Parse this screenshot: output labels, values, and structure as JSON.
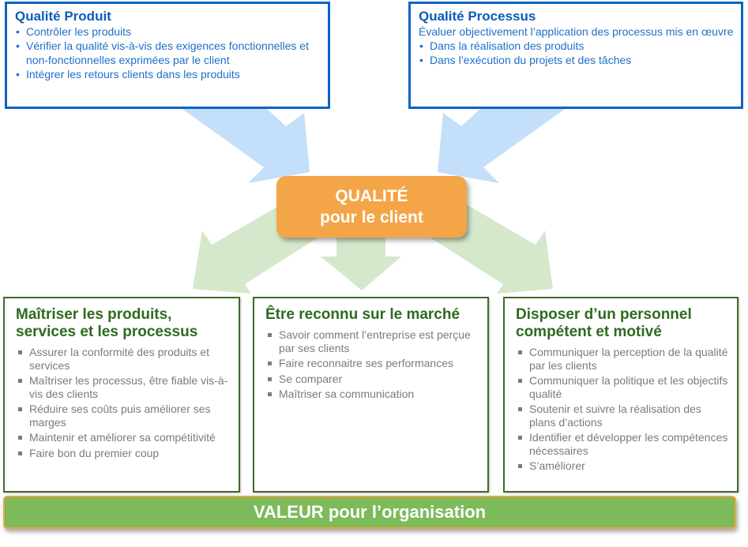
{
  "top_boxes": {
    "produit": {
      "title": "Qualité Produit",
      "items": [
        "Contrôler les produits",
        "Vérifier la qualité vis-à-vis des exigences fonctionnelles et non-fonctionnelles exprimées par le client",
        "Intégrer les retours clients dans les produits"
      ]
    },
    "processus": {
      "title": "Qualité Processus",
      "intro": "Évaluer objectivement l’application des processus mis en œuvre",
      "items": [
        "Dans la réalisation des produits",
        "Dans l’exécution du projets et des tâches"
      ]
    }
  },
  "center": {
    "line1": "QUALITÉ",
    "line2": "pour le client"
  },
  "bottom_boxes": {
    "maitriser": {
      "title": "Maîtriser les produits, services et les processus",
      "items": [
        "Assurer la conformité des produits et services",
        "Maîtriser les processus, être fiable vis-à-vis des clients",
        "Réduire ses coûts puis améliorer ses marges",
        "Maintenir et améliorer sa compétitivité",
        "Faire bon du premier coup"
      ]
    },
    "reconnu": {
      "title": "Être reconnu sur le marché",
      "items": [
        "Savoir comment l’entreprise est perçue par ses clients",
        "Faire reconnaitre ses performances",
        "Se comparer",
        "Maîtriser sa communication"
      ]
    },
    "personnel": {
      "title": "Disposer d’un personnel compétent et motivé",
      "items": [
        "Communiquer la perception de la qualité par les clients",
        "Communiquer la politique et les objectifs qualité",
        "Soutenir et suivre la réalisation des plans d’actions",
        "Identifier et développer les compétences nécessaires",
        "S’améliorer"
      ]
    }
  },
  "value_bar": {
    "label": "VALEUR pour l’organisation"
  },
  "colors": {
    "blue_border": "#0b63c5",
    "blue_text": "#1f6fc6",
    "blue_arrow": "#c3dffa",
    "orange": "#f4a548",
    "green_arrow": "#d5e8cb",
    "green_border": "#3e6b2b",
    "green_title": "#2e6a1f",
    "green_bar": "#7dba5a",
    "grey_text": "#7b7b7b"
  }
}
